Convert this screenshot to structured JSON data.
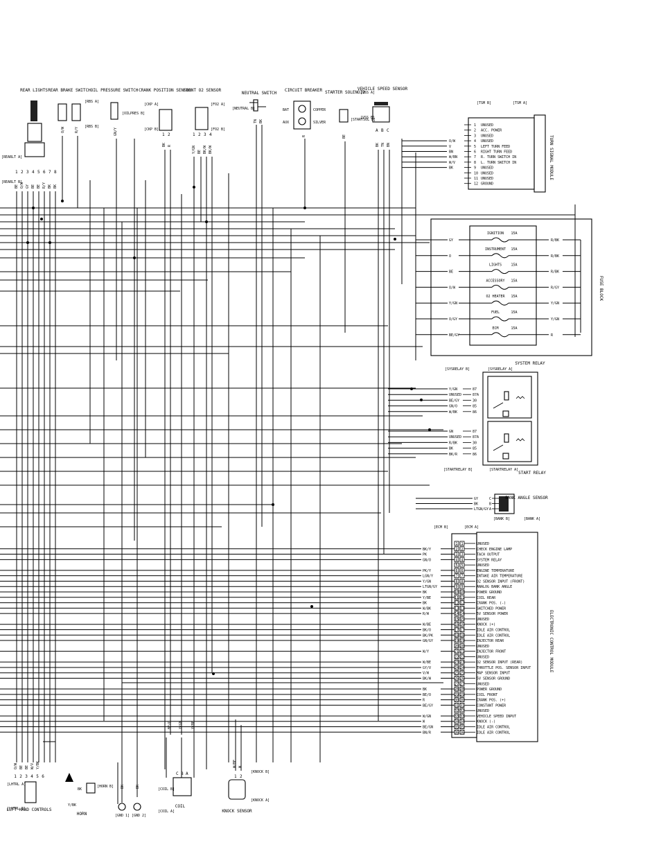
{
  "components": {
    "rear_lights": "REAR LIGHTS",
    "rear_brake_switch": "REAR BRAKE SWITCH",
    "oil_pressure_switch": "OIL PRESSURE SWITCH",
    "crank_position_sensor": "CRANK POSITION SENSOR",
    "front_o2_sensor": "FRONT O2 SENSOR",
    "neutral_switch": "NEUTRAL SWITCH",
    "circuit_breaker": "CIRCUIT BREAKER",
    "starter_solenoid": "STARTER SOLENOID",
    "vehicle_speed_sensor": "VEHICLE SPEED SENSOR",
    "turn_signal_module": "TURN SIGNAL MODULE",
    "fuse_block": "FUSE BLOCK",
    "system_relay": "SYSTEM RELAY",
    "start_relay": "START RELAY",
    "bank_angle_sensor": "BANK ANGLE SENSOR",
    "ecm": "ELECTRONIC CONTROL MODULE",
    "left_hand_controls": "LEFT HAND CONTROLS",
    "horn": "HORN",
    "coil": "COIL",
    "knock_sensor": "KNOCK SENSOR"
  },
  "connectors": {
    "rbs_a": "[RBS A]",
    "rbs_b": "[RBS B]",
    "oilpres_b": "[OILPRES B]",
    "ckp_a": "[CKP A]",
    "ckp_b": "[CKP B]",
    "fo2_a": "[FO2 A]",
    "fo2_b": "[FO2 B]",
    "neutral_b": "[NEUTRAL B]",
    "startsol_b": "[STARTSOL B]",
    "vss_a": "[VSS A]",
    "vss_b": "[VSS B]",
    "tsm_b": "[TSM B]",
    "tsm_a": "[TSM A]",
    "sysrelay_b": "[SYSRELAY B]",
    "sysrelay_a": "[SYSRELAY A]",
    "startrelay_b": "[STARTRELAY B]",
    "startrelay_a": "[STARTRELAY A]",
    "bank_b": "[BANK B]",
    "bank_a": "[BANK A]",
    "ecm_b": "[ECM B]",
    "ecm_a": "[ECM A]",
    "rearlt_a": "[REARLT A]",
    "rearlt_b": "[REARLT B]",
    "lhtl_a": "[LHTRL A]",
    "lhtl_b": "[LHTRL B]",
    "horn_b": "[HORN B]",
    "gnd_1": "[GND 1]",
    "gnd_2": "[GND 2]",
    "coil_b": "[COIL B]",
    "coil_a": "[COIL A]",
    "knock_b": "[KNOCK B]",
    "knock_a": "[KNOCK A]"
  },
  "breaker_terms": {
    "bat": "BAT",
    "aux": "AUX",
    "copper": "COPPER",
    "silver": "SILVER"
  },
  "rear_light_pins": [
    "1",
    "2",
    "3",
    "4",
    "5",
    "6",
    "7",
    "8"
  ],
  "rear_light_wires": [
    "BE",
    "O/W",
    "GY",
    "BE",
    "BE",
    "R/Y",
    "BK",
    "BK"
  ],
  "top_wires": {
    "rear_brake": "O/W",
    "rear_brake_2": "R/Y",
    "oil": "GN/Y",
    "crank_pins": [
      "1",
      "2"
    ],
    "crank_wires": [
      "BK",
      "R"
    ],
    "o2_pins": [
      "1",
      "2",
      "3",
      "4"
    ],
    "o2_wires": [
      "Y/GN",
      "BE",
      "BK/W",
      "BK/W"
    ],
    "neutral": [
      "TN",
      "BK"
    ],
    "breaker": "R",
    "starter": "BE",
    "vss_pins": [
      "A",
      "B",
      "C"
    ],
    "vss_wires": [
      "BK",
      "TN",
      "BN"
    ]
  },
  "turn_signal_module": {
    "pins": [
      {
        "n": "1",
        "wire": "",
        "label": "UNUSED"
      },
      {
        "n": "2",
        "wire": "",
        "label": "ACC. POWER"
      },
      {
        "n": "3",
        "wire": "",
        "label": "UNUSED"
      },
      {
        "n": "4",
        "wire": "O/W",
        "label": "UNUSED"
      },
      {
        "n": "5",
        "wire": "V",
        "label": "LEFT TURN FEED"
      },
      {
        "n": "6",
        "wire": "BN",
        "label": "RIGHT TURN FEED"
      },
      {
        "n": "7",
        "wire": "W/BN",
        "label": "R. TURN SWITCH IN"
      },
      {
        "n": "8",
        "wire": "W/V",
        "label": "L. TURN SWITCH IN"
      },
      {
        "n": "9",
        "wire": "BK",
        "label": "UNUSED"
      },
      {
        "n": "10",
        "wire": "",
        "label": "UNUSED"
      },
      {
        "n": "11",
        "wire": "",
        "label": "UNUSED"
      },
      {
        "n": "12",
        "wire": "",
        "label": "GROUND"
      }
    ]
  },
  "fuses": [
    {
      "name": "IGNITION",
      "amp": "15A",
      "in": "GY",
      "out": "R/BK"
    },
    {
      "name": "INSTRUMENT",
      "amp": "15A",
      "in": "O",
      "out": "R/BK"
    },
    {
      "name": "LIGHTS",
      "amp": "15A",
      "in": "BE",
      "out": "R/BK"
    },
    {
      "name": "ACCESSORY",
      "amp": "15A",
      "in": "O/W",
      "out": "R/GY"
    },
    {
      "name": "O2 HEATER",
      "amp": "15A",
      "in": "Y/GN",
      "out": "Y/GN"
    },
    {
      "name": "FUEL",
      "amp": "15A",
      "in": "O/GY",
      "out": "Y/GN"
    },
    {
      "name": "ECM",
      "amp": "15A",
      "in": "BE/GY",
      "out": "R"
    }
  ],
  "system_relay": [
    {
      "wire": "Y/GN",
      "pin": "87"
    },
    {
      "wire": "UNUSED",
      "pin": "87A"
    },
    {
      "wire": "BE/GY",
      "pin": "30"
    },
    {
      "wire": "GN/O",
      "pin": "85"
    },
    {
      "wire": "W/BK",
      "pin": "86"
    }
  ],
  "start_relay": [
    {
      "wire": "GN",
      "pin": "87"
    },
    {
      "wire": "UNUSED",
      "pin": "87A"
    },
    {
      "wire": "R/BK",
      "pin": "30"
    },
    {
      "wire": "BK",
      "pin": "85"
    },
    {
      "wire": "BK/R",
      "pin": "86"
    }
  ],
  "bank_angle": [
    {
      "wire": "GY",
      "pin": "C"
    },
    {
      "wire": "BK",
      "pin": "B"
    },
    {
      "wire": "LTGN/GY",
      "pin": "A"
    }
  ],
  "ecm_pins": [
    {
      "n": "1",
      "wire": "",
      "label": "UNUSED"
    },
    {
      "n": "2",
      "wire": "BK/Y",
      "label": "CHECK ENGINE LAMP"
    },
    {
      "n": "3",
      "wire": "PK",
      "label": "TACH OUTPUT"
    },
    {
      "n": "4",
      "wire": "GN/O",
      "label": "SYSTEM RELAY"
    },
    {
      "n": "5",
      "wire": "",
      "label": "UNUSED"
    },
    {
      "n": "6",
      "wire": "PK/Y",
      "label": "ENGINE TEMPERATURE"
    },
    {
      "n": "7",
      "wire": "LGN/Y",
      "label": "INTAKE AIR TEMPERATURE"
    },
    {
      "n": "8",
      "wire": "Y/GN",
      "label": "O2 SENSOR INPUT (FRONT)"
    },
    {
      "n": "9",
      "wire": "LTGN/GY",
      "label": "ANALOG BANK ANGLE"
    },
    {
      "n": "10",
      "wire": "BK",
      "label": "POWER GROUND"
    },
    {
      "n": "11",
      "wire": "Y/BE",
      "label": "COIL REAR"
    },
    {
      "n": "12",
      "wire": "BK",
      "label": "CRANK POS. (-)"
    },
    {
      "n": "13",
      "wire": "W/BK",
      "label": "SWITCHED POWER"
    },
    {
      "n": "14",
      "wire": "R/W",
      "label": "5V SENSOR POWER"
    },
    {
      "n": "15",
      "wire": "",
      "label": "UNUSED"
    },
    {
      "n": "16",
      "wire": "W/BE",
      "label": "KNOCK (+)"
    },
    {
      "n": "17",
      "wire": "BK/O",
      "label": "IDLE AIR CONTROL"
    },
    {
      "n": "18",
      "wire": "BK/PK",
      "label": "IDLE AIR CONTROL"
    },
    {
      "n": "19",
      "wire": "GN/GY",
      "label": "INJECTOR REAR"
    },
    {
      "n": "20",
      "wire": "",
      "label": "UNUSED"
    },
    {
      "n": "21",
      "wire": "W/Y",
      "label": "INJECTOR FRONT"
    },
    {
      "n": "22",
      "wire": "",
      "label": "UNUSED"
    },
    {
      "n": "23",
      "wire": "W/BE",
      "label": "O2 SENSOR INPUT (REAR)"
    },
    {
      "n": "24",
      "wire": "GY/V",
      "label": "THROTTLE POS. SENSOR INPUT"
    },
    {
      "n": "25",
      "wire": "V/W",
      "label": "MAP SENSOR INPUT"
    },
    {
      "n": "26",
      "wire": "BK/W",
      "label": "5V SENSOR GROUND"
    },
    {
      "n": "27",
      "wire": "",
      "label": "UNUSED"
    },
    {
      "n": "28",
      "wire": "BK",
      "label": "POWER GROUND"
    },
    {
      "n": "29",
      "wire": "BE/O",
      "label": "COIL FRONT"
    },
    {
      "n": "30",
      "wire": "R",
      "label": "CRANK POS. (+)"
    },
    {
      "n": "31",
      "wire": "BE/GY",
      "label": "CONSTANT POWER"
    },
    {
      "n": "32",
      "wire": "",
      "label": "UNUSED"
    },
    {
      "n": "33",
      "wire": "W/GN",
      "label": "VEHICLE SPEED INPUT"
    },
    {
      "n": "34",
      "wire": "W",
      "label": "KNOCK (-)"
    },
    {
      "n": "35",
      "wire": "BE/GN",
      "label": "IDLE AIR CONTROL"
    },
    {
      "n": "36",
      "wire": "BN/R",
      "label": "IDLE AIR CONTROL"
    }
  ],
  "left_hand": {
    "pins": [
      "1",
      "2",
      "3",
      "4",
      "5",
      "6"
    ],
    "wires": [
      "O/W",
      "BE",
      "BE",
      "W/V",
      "Y/BK",
      ""
    ]
  },
  "horn_wires": [
    "BK",
    "Y/BK"
  ],
  "ground_wires": [
    "BK",
    "BK"
  ],
  "coil": {
    "pins": [
      "C",
      "B",
      "A"
    ],
    "wires": [
      "BE/O",
      "Y/GN",
      "Y/BE"
    ]
  },
  "knock": {
    "pins": [
      "1",
      "2"
    ],
    "wires": [
      "W/BE",
      "W"
    ]
  }
}
